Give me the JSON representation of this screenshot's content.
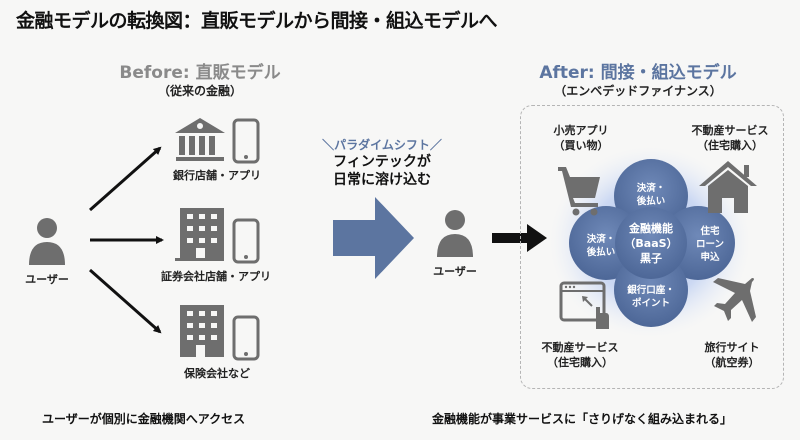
{
  "title": "金融モデルの転換図：直販モデルから間接・組込モデルへ",
  "before": {
    "heading": "Before: 直販モデル",
    "subheading": "（従来の金融）",
    "user_label": "ユーザー",
    "institutions": [
      {
        "label": "銀行店舗・アプリ",
        "icon": "bank-icon"
      },
      {
        "label": "証券会社店舗・アプリ",
        "icon": "office-building-icon"
      },
      {
        "label": "保険会社など",
        "icon": "office-building-icon"
      }
    ],
    "footer": "ユーザーが個別に金融機関へアクセス"
  },
  "transition": {
    "tag": "＼パラダイムシフト／",
    "line1": "フィンテックが",
    "line2": "日常に溶け込む"
  },
  "after": {
    "heading": "After: 間接・組込モデル",
    "subheading": "（エンベデッドファイナンス）",
    "user_label": "ユーザー",
    "services": [
      {
        "line1": "小売アプリ",
        "line2": "（買い物）",
        "icon": "shopping-cart-icon"
      },
      {
        "line1": "不動産サービス",
        "line2": "（住宅購入）",
        "icon": "house-icon"
      },
      {
        "line1": "不動産サービス",
        "line2": "（住宅購入）",
        "icon": "browser-click-icon"
      },
      {
        "line1": "旅行サイト",
        "line2": "（航空券）",
        "icon": "airplane-icon"
      }
    ],
    "core": {
      "line1": "金融機能",
      "line2": "（BaaS）",
      "line3": "黒子"
    },
    "petals": {
      "top": {
        "line1": "決済・",
        "line2": "後払い"
      },
      "left": {
        "line1": "決済・",
        "line2": "後払い"
      },
      "right": {
        "line1": "住宅",
        "line2": "ローン",
        "line3": "申込"
      },
      "bottom": {
        "line1": "銀行口座・",
        "line2": "ポイント"
      }
    },
    "footer": "金融機能が事業サービスに「さりげなく組み込まれる」"
  },
  "colors": {
    "accent_blue": "#5c75a0",
    "icon_gray": "#6e6e6e",
    "before_heading_gray": "#8a8a8a",
    "petal_blue": "#4f6a9a"
  }
}
